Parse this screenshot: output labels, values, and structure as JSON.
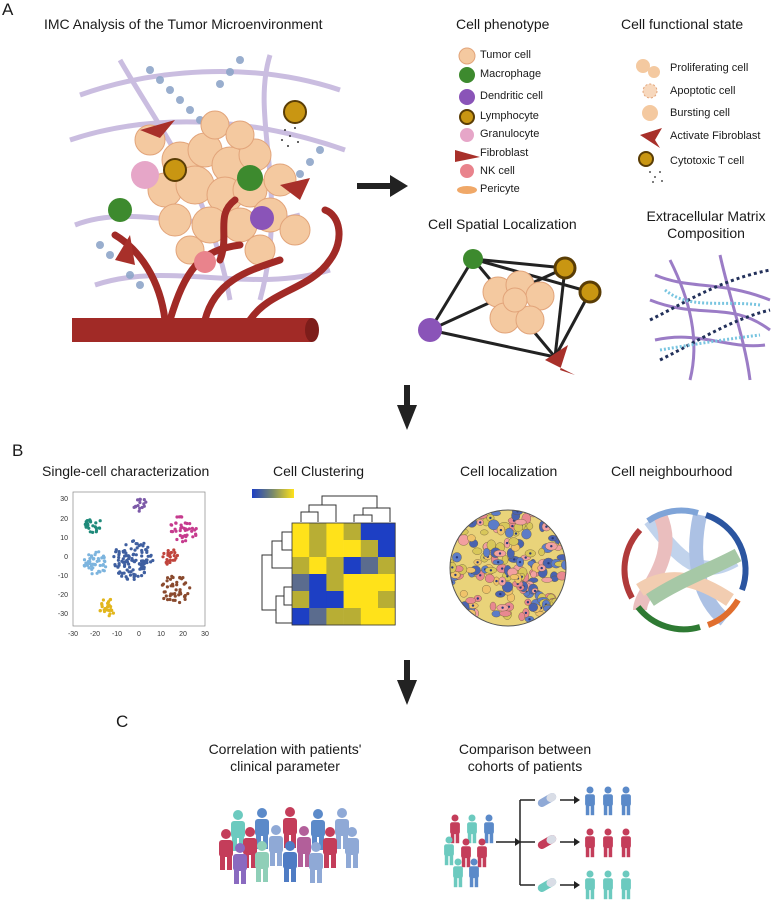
{
  "panel_a": {
    "letter": "A",
    "title": "IMC Analysis of the Tumor Microenvironment",
    "phenotype": {
      "title": "Cell phenotype",
      "items": [
        {
          "label": "Tumor cell",
          "color": "#f4c9a0"
        },
        {
          "label": "Macrophage",
          "color": "#3d8a2e"
        },
        {
          "label": "Dendritic cell",
          "color": "#8a54b8"
        },
        {
          "label": "Lymphocyte",
          "color": "#c99612"
        },
        {
          "label": "Granulocyte",
          "color": "#e6a6c8"
        },
        {
          "label": "Fibroblast",
          "color": "#a8302a"
        },
        {
          "label": "NK cell",
          "color": "#e9838c"
        },
        {
          "label": "Pericyte",
          "color": "#f0a868"
        }
      ]
    },
    "functional": {
      "title": "Cell functional state",
      "items": [
        {
          "label": "Proliferating cell"
        },
        {
          "label": "Apoptotic cell"
        },
        {
          "label": "Bursting cell"
        },
        {
          "label": "Activate Fibroblast"
        },
        {
          "label": "Cytotoxic T cell"
        }
      ]
    },
    "spatial_title": "Cell Spatial Localization",
    "ecm_title_line1": "Extracellular Matrix",
    "ecm_title_line2": "Composition"
  },
  "panel_b": {
    "letter": "B",
    "titles": {
      "single_cell": "Single-cell characterization",
      "clustering": "Cell Clustering",
      "localization": "Cell localization",
      "neighbourhood": "Cell neighbourhood"
    },
    "tsne_yticks": [
      "30",
      "20",
      "10",
      "0",
      "-10",
      "-20",
      "-30"
    ],
    "tsne_xticks": [
      "-30",
      "-20",
      "-10",
      "0",
      "10",
      "20",
      "30"
    ]
  },
  "panel_c": {
    "letter": "C",
    "left_line1": "Correlation with patients'",
    "left_line2": "clinical parameter",
    "right_line1": "Comparison between",
    "right_line2": "cohorts of patients"
  },
  "colors": {
    "heat_blue": "#1d3fc4",
    "heat_yellow": "#ffe21a",
    "vessel": "#a12a26",
    "arrow": "#222222"
  }
}
